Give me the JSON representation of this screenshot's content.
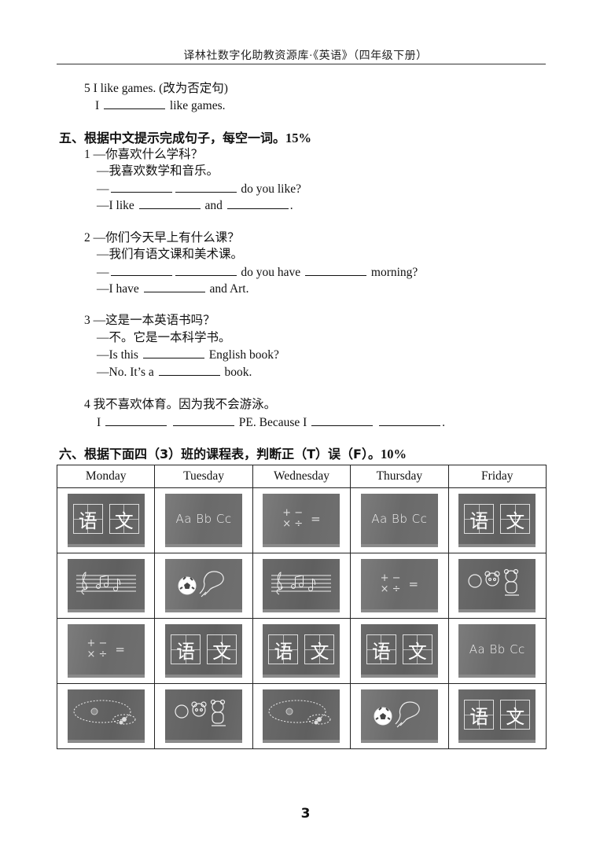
{
  "header": {
    "title": "译林社数字化助教资源库·《英语》（四年级下册）"
  },
  "prev_item": {
    "q5_prompt": "5 I like games. (改为否定句)",
    "q5_pre": "I",
    "q5_post": "like games."
  },
  "section5": {
    "title": "五、根据中文提示完成句子，每空一词。",
    "score": "15%",
    "q1": {
      "num": "1",
      "cn1": "—你喜欢什么学科？",
      "cn2": "—我喜欢数学和音乐。",
      "en1_pre": "—",
      "en1_post": "do you like?",
      "en2_pre": "—I like",
      "en2_mid": "and",
      "en2_post": "."
    },
    "q2": {
      "num": "2",
      "cn1": "—你们今天早上有什么课？",
      "cn2": "—我们有语文课和美术课。",
      "en1_pre": "—",
      "en1_mid": "do you have",
      "en1_post": "morning?",
      "en2_pre": "—I have",
      "en2_post": "and Art."
    },
    "q3": {
      "num": "3",
      "cn1": "—这是一本英语书吗？",
      "cn2": "—不。它是一本科学书。",
      "en1_pre": "—Is this",
      "en1_post": "English book?",
      "en2_pre": "—No. It’s a",
      "en2_post": "book."
    },
    "q4": {
      "num": "4",
      "cn1": "我不喜欢体育。因为我不会游泳。",
      "en_pre": "I",
      "en_mid": "PE. Because I",
      "en_post": "."
    }
  },
  "section6": {
    "title": "六、根据下面四（3）班的课程表，判断正（T）误（F）。",
    "score": "10%",
    "days": [
      "Monday",
      "Tuesday",
      "Wednesday",
      "Thursday",
      "Friday"
    ],
    "rows": [
      [
        "Chinese",
        "English",
        "Maths",
        "English",
        "Chinese"
      ],
      [
        "Music",
        "PE",
        "Music",
        "Maths",
        "Art"
      ],
      [
        "Maths",
        "Chinese",
        "Chinese",
        "Chinese",
        "English"
      ],
      [
        "Science",
        "Art",
        "Science",
        "PE",
        "Chinese"
      ]
    ],
    "board_labels": {
      "Chinese": [
        "语",
        "文"
      ],
      "English": "Aa Bb Cc",
      "Maths": [
        "+ −",
        "× ÷",
        "="
      ],
      "Music": "♪ ♫",
      "PE": "⚽",
      "Art": "○ 🐼",
      "Science": "◌"
    }
  },
  "footer": {
    "page_number": "3"
  }
}
